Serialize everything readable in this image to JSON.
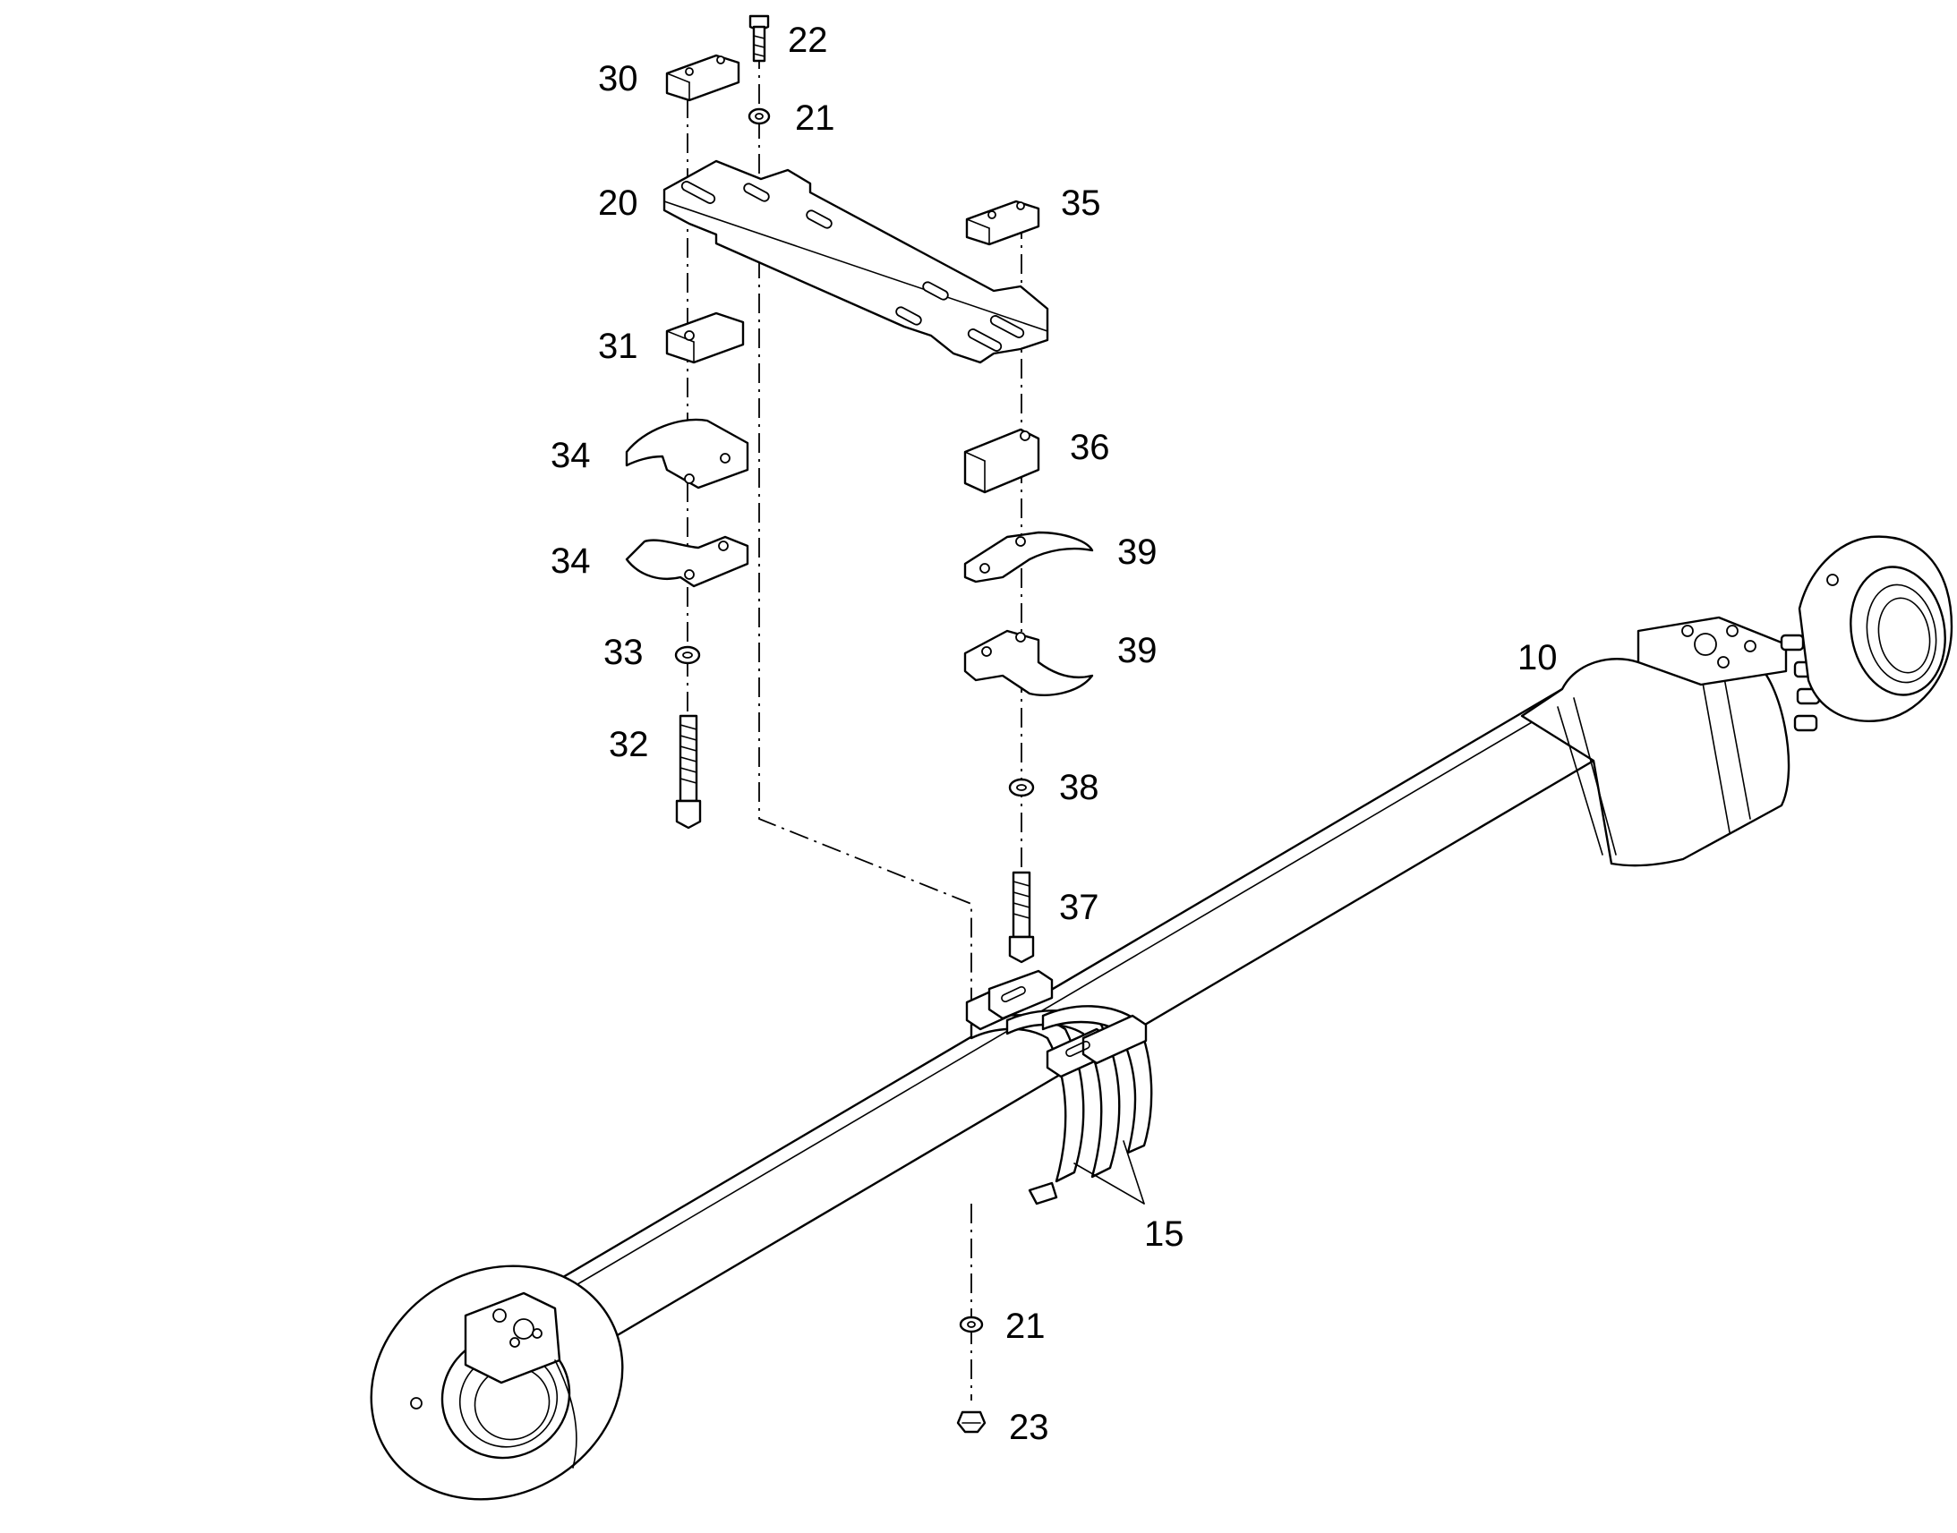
{
  "callouts": {
    "c10": "10",
    "c15": "15",
    "c20": "20",
    "c21_top": "21",
    "c21_bottom": "21",
    "c22": "22",
    "c23": "23",
    "c30": "30",
    "c31": "31",
    "c32": "32",
    "c33": "33",
    "c34_upper": "34",
    "c34_lower": "34",
    "c35": "35",
    "c36": "36",
    "c37": "37",
    "c38": "38",
    "c39_upper": "39",
    "c39_lower": "39"
  }
}
